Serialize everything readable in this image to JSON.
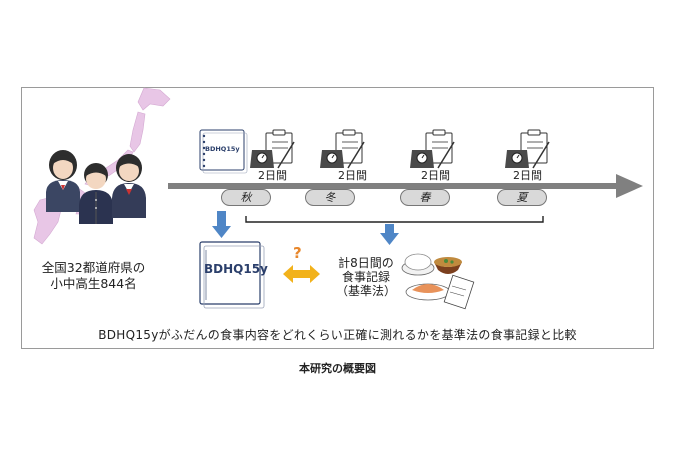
{
  "participants": {
    "line1": "全国32都道府県の",
    "line2": "小中高生844名"
  },
  "questionnaire": {
    "label": "BDHQ15y"
  },
  "periods": [
    {
      "days": "2日間",
      "season": "秋"
    },
    {
      "days": "2日間",
      "season": "冬"
    },
    {
      "days": "2日間",
      "season": "春"
    },
    {
      "days": "2日間",
      "season": "夏"
    }
  ],
  "diet_record": {
    "line1": "計8日間の",
    "line2": "食事記録",
    "line3": "（基準法）"
  },
  "question_mark": "?",
  "caption": "BDHQ15yがふだんの食事内容をどれくらい正確に測れるかを基準法の食事記録と比較",
  "figure_title": "本研究の概要図",
  "colors": {
    "japan_map": "#e8c6e6",
    "timeline": "#808080",
    "down_arrow": "#4f86c6",
    "compare_arrow": "#f2b21b",
    "question": "#e8872c",
    "book": "#2b3f6b"
  },
  "icons": [
    "japan-map-icon",
    "students-icon",
    "questionnaire-small-icon",
    "scale-clipboard-icon",
    "questionnaire-book-icon",
    "compare-arrow-icon",
    "meal-icon"
  ]
}
